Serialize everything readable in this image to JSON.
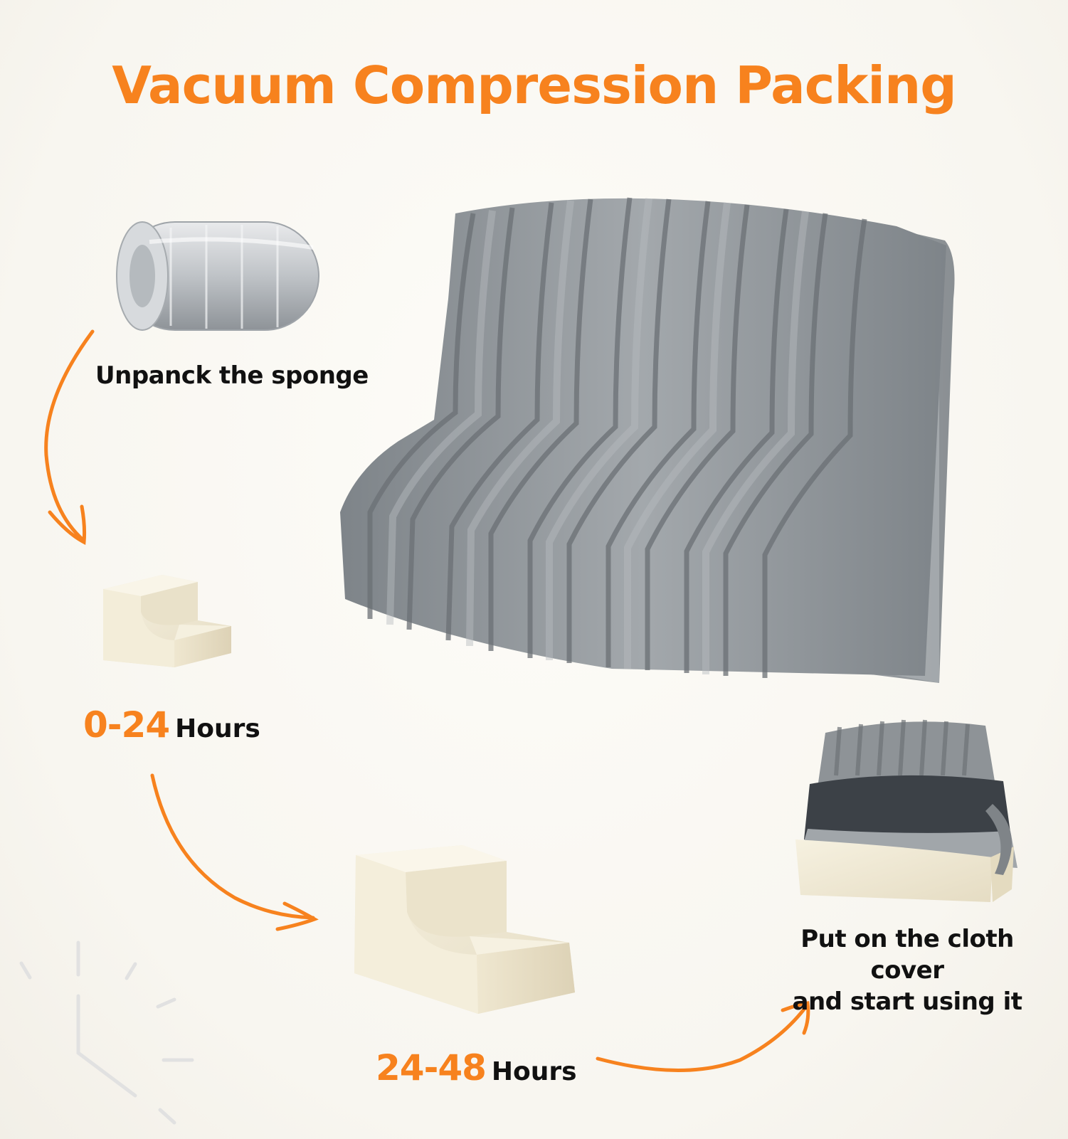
{
  "title": "Vacuum Compression Packing",
  "steps": [
    {
      "label": "Unpanck the sponge"
    },
    {
      "time": "0-24",
      "unit": "Hours"
    },
    {
      "time": "24-48",
      "unit": "Hours"
    },
    {
      "label_line1": "Put on the cloth cover",
      "label_line2": "and start using it"
    }
  ],
  "colors": {
    "accent": "#f7821e",
    "text": "#111111",
    "plush": "#8f9497",
    "foam": "#efe8d4"
  },
  "icons": [
    "vacuum-roll-icon",
    "foam-stairs-icon",
    "plush-stairs-icon",
    "cover-stairs-icon",
    "curved-arrow-icon",
    "sparkle-lines-icon"
  ]
}
